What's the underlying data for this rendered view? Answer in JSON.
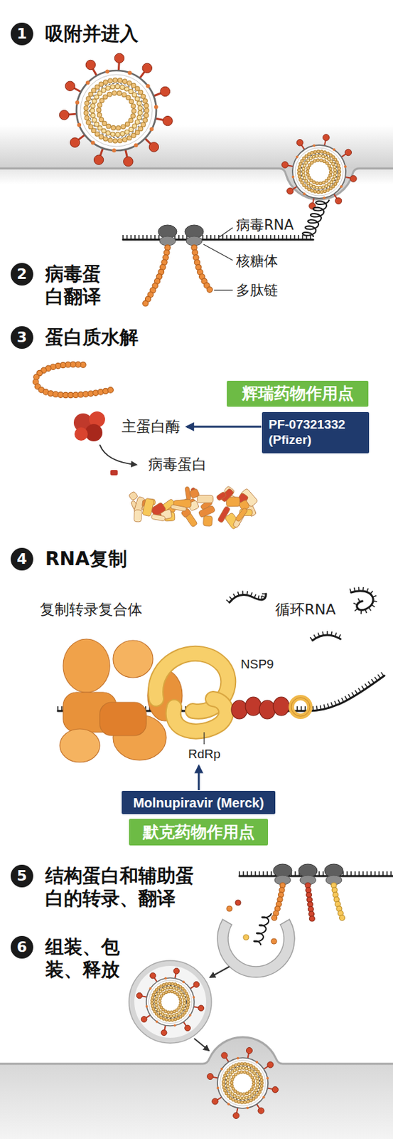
{
  "diagram": {
    "nodes": [
      {
        "text": [
          "1",
          "吸附并进入"
        ]
      },
      {
        "text": [
          "2",
          "病毒蛋白翻译"
        ]
      },
      {
        "text": [
          "3",
          "蛋白质水解"
        ]
      },
      {
        "text": [
          "辉瑞药物作用点"
        ]
      },
      {
        "text": [
          "PF-07321332 (Pfizer)"
        ]
      },
      {
        "text": [
          "4",
          "RNA复制"
        ]
      },
      {
        "text": [
          "Molnupiravir (Merck)"
        ]
      },
      {
        "text": [
          "默克药物作用点"
        ]
      },
      {
        "text": [
          "5",
          "结构蛋白和辅助蛋白的转录、翻译"
        ]
      },
      {
        "text": [
          "6",
          "组装、包装、释放"
        ]
      }
    ],
    "labels": [
      "病毒RNA",
      "核糖体",
      "多肽链",
      "主蛋白酶",
      "病毒蛋白",
      "复制转录复合体",
      "循环RNA",
      "NSP9",
      "RdRp"
    ]
  }
}
